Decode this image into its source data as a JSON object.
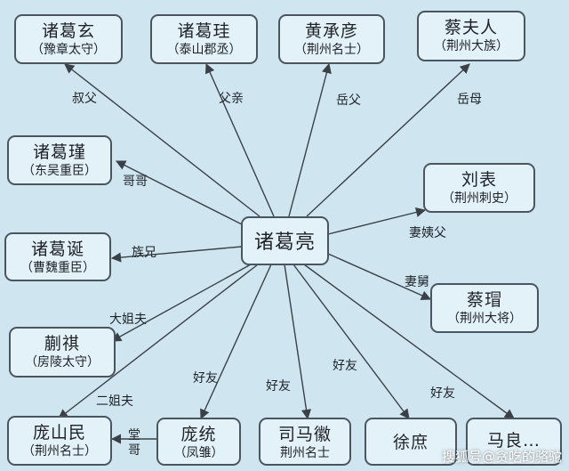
{
  "center": {
    "name": "诸葛亮"
  },
  "nodes": {
    "zhuge_xuan": {
      "name": "诸葛玄",
      "title": "（豫章太守）"
    },
    "zhuge_gui": {
      "name": "诸葛珪",
      "title": "（泰山郡丞）"
    },
    "huang_chengyan": {
      "name": "黄承彦",
      "title": "（荆州名士）"
    },
    "cai_furen": {
      "name": "蔡夫人",
      "title": "（荆州大族）"
    },
    "zhuge_jin": {
      "name": "诸葛瑾",
      "title": "（东吴重臣）"
    },
    "liu_biao": {
      "name": "刘表",
      "title": "（荆州刺史）"
    },
    "zhuge_dan": {
      "name": "诸葛诞",
      "title": "（曹魏重臣）"
    },
    "cai_mao": {
      "name": "蔡瑁",
      "title": "（荆州大将）"
    },
    "kuai_qi": {
      "name": "蒯祺",
      "title": "（房陵太守）"
    },
    "pang_shanmin": {
      "name": "庞山民",
      "title": "（荆州名士）"
    },
    "pang_tong": {
      "name": "庞统",
      "title": "（凤雏）"
    },
    "sima_hui": {
      "name": "司马徽",
      "title": "荆州名士"
    },
    "xu_shu": {
      "name": "徐庶",
      "title": ""
    },
    "ma_liang": {
      "name": "马良…",
      "title": ""
    }
  },
  "relations": {
    "shufu": "叔父",
    "fuqin": "父亲",
    "yuefu": "岳父",
    "yuemu": "岳母",
    "gege": "哥哥",
    "qiyifu": "妻姨父",
    "zuxiong": "族兄",
    "qijiu": "妻舅",
    "dajiefu": "大姐夫",
    "erjiefu": "二姐夫",
    "haoyou1": "好友",
    "haoyou2": "好友",
    "haoyou3": "好友",
    "haoyou4": "好友",
    "tanggege": "堂哥"
  },
  "watermark": "搜狐号@贪吃的骆驼",
  "colors": {
    "background": "#cfe6f1",
    "border": "#4a5560",
    "node_fill": "#e3f1f8",
    "line": "#3b4046"
  }
}
